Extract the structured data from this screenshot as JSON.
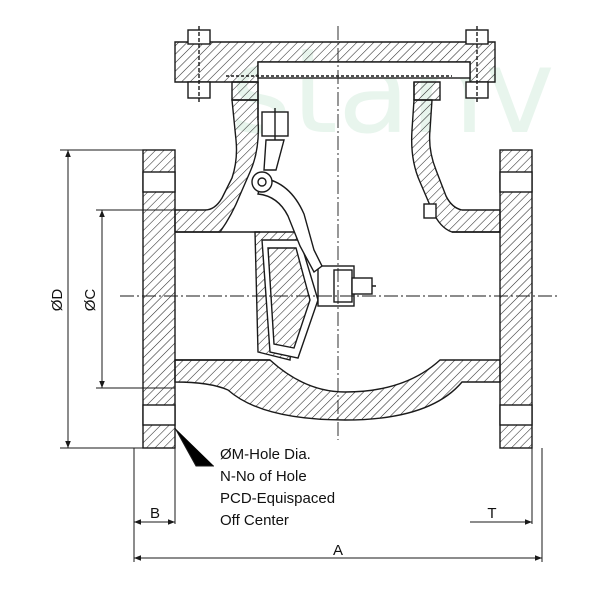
{
  "watermark": "stanv",
  "dimensions": {
    "a": "A",
    "b": "B",
    "t": "T",
    "phi_d": "ØD",
    "phi_c": "ØC"
  },
  "note": {
    "line1": "ØM-Hole Dia.",
    "line2": "N-No of Hole",
    "line3": "PCD-Equispaced",
    "line4": "Off Center"
  },
  "colors": {
    "line": "#1a1a1a",
    "hatch": "#2a2a2a",
    "watermark": "#1f9e4b"
  }
}
